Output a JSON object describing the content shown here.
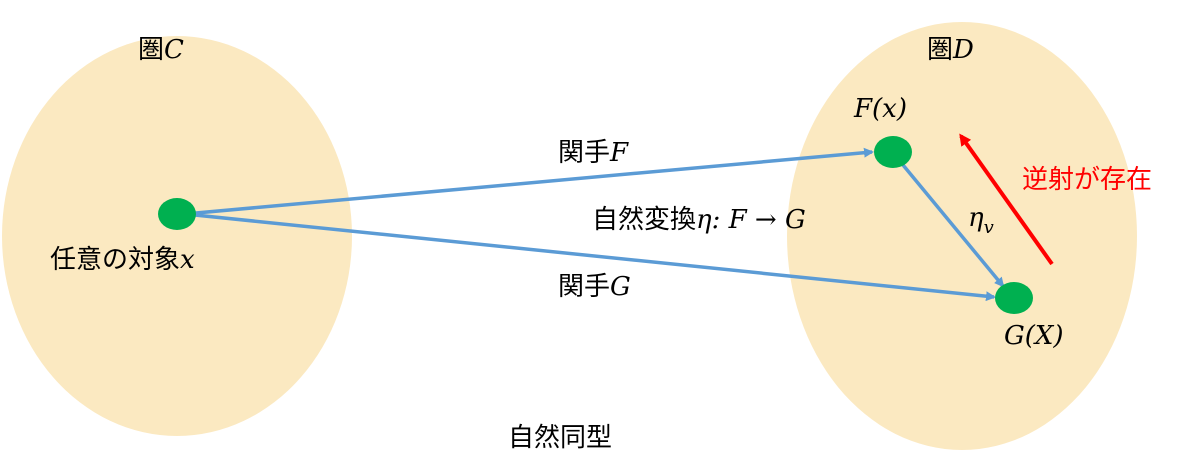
{
  "colors": {
    "ellipse_fill": "#fbe9c1",
    "node_fill": "#00b050",
    "arrow_blue": "#5b9bd5",
    "arrow_red": "#ff0000",
    "text_red": "#ff0000"
  },
  "category_c": {
    "prefix": "圏",
    "symbol": "C"
  },
  "category_d": {
    "prefix": "圏",
    "symbol": "D"
  },
  "object_x": {
    "prefix": "任意の対象",
    "symbol": "x"
  },
  "node_fx": "F(x)",
  "node_gx": "G(X)",
  "functor_f": {
    "prefix": "関手",
    "symbol": "F"
  },
  "functor_g": {
    "prefix": "関手",
    "symbol": "G"
  },
  "transformation": {
    "prefix": "自然変換",
    "symbol": "η",
    "rest": ": F → G"
  },
  "component": {
    "main": "η",
    "sub": "v"
  },
  "inverse_label": "逆射が存在",
  "footer": "自然同型"
}
